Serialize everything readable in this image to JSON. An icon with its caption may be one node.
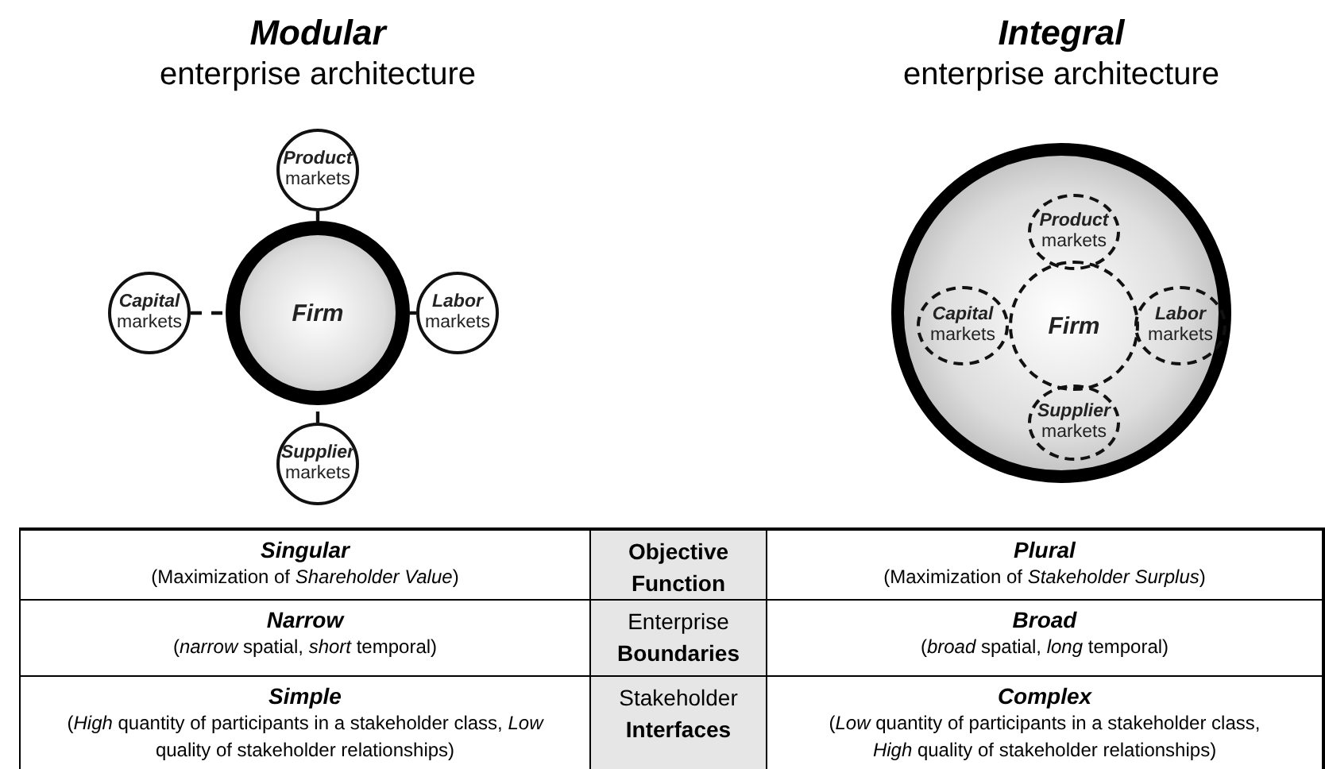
{
  "diagram": {
    "nodes": [
      {
        "text": [
          "**Product** markets"
        ]
      },
      {
        "text": [
          "**Capital** markets"
        ]
      },
      {
        "text": [
          "Firm"
        ]
      },
      {
        "text": [
          "**Labor** markets"
        ]
      },
      {
        "text": [
          "**Supplier** markets"
        ]
      },
      {
        "text": [],
        "shape": "circle"
      },
      {
        "text": [
          "**Product** markets"
        ],
        "in": 5
      },
      {
        "text": [
          "**Capital** markets"
        ],
        "in": 5
      },
      {
        "text": [
          "Firm"
        ],
        "in": 5
      },
      {
        "text": [
          "**Labor** markets"
        ],
        "in": 5
      },
      {
        "text": [
          "**Supplier** markets"
        ],
        "in": 5
      }
    ],
    "edges": [
      {
        "from": 0,
        "to": 2,
        "arrow": "none",
        "style": "dashed"
      },
      {
        "from": 1,
        "to": 2,
        "arrow": "none",
        "style": "dashed"
      },
      {
        "from": 3,
        "to": 2,
        "arrow": "none",
        "style": "dashed"
      },
      {
        "from": 4,
        "to": 2,
        "arrow": "none",
        "style": "dashed"
      }
    ],
    "labels": [
      "Modular",
      "enterprise architecture",
      "Integral",
      "enterprise architecture",
      "Singular",
      "(Maximization of *Shareholder Value*)",
      "**Objective Function**",
      "Plural",
      "(Maximization of *Stakeholder Surplus*)",
      "Narrow",
      "(*narrow* spatial, *short* temporal)",
      "Enterprise **Boundaries**",
      "Broad",
      "(*broad* spatial, *long* temporal)",
      "Simple",
      "(*High* quantity of participants in a stakeholder class, *Low* quality of stakeholder relationships)",
      "Stakeholder **Interfaces**",
      "Complex",
      "(*Low* quantity of participants in a stakeholder class, *High* quality of stakeholder relationships)"
    ]
  }
}
